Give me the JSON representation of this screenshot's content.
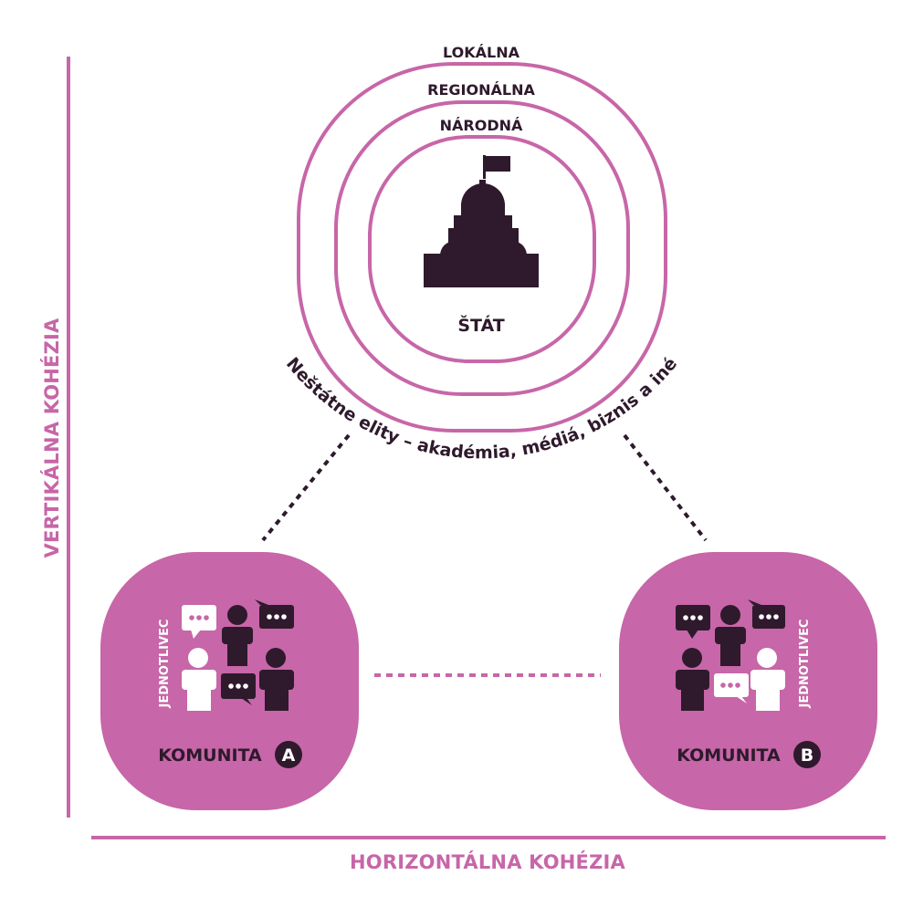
{
  "colors": {
    "accent": "#c766a8",
    "dark": "#2e1a2c",
    "light": "#ffffff"
  },
  "axes": {
    "vertical": "VERTIKÁLNA KOHÉZIA",
    "horizontal": "HORIZONTÁLNA KOHÉZIA"
  },
  "state": {
    "rings": [
      "LOKÁLNA",
      "REGIONÁLNA",
      "NÁRODNÁ"
    ],
    "center_label": "ŠTÁT",
    "arc_label": "Neštátne elity – akadémia, médiá, biznis a iné"
  },
  "communities": [
    {
      "label": "KOMUNITA",
      "badge": "A",
      "side_label": "JEDNOTLIVEC"
    },
    {
      "label": "KOMUNITA",
      "badge": "B",
      "side_label": "JEDNOTLIVEC"
    }
  ],
  "icons": [
    "government-building-icon",
    "flag-icon",
    "person-icon",
    "speech-bubble-icon"
  ]
}
